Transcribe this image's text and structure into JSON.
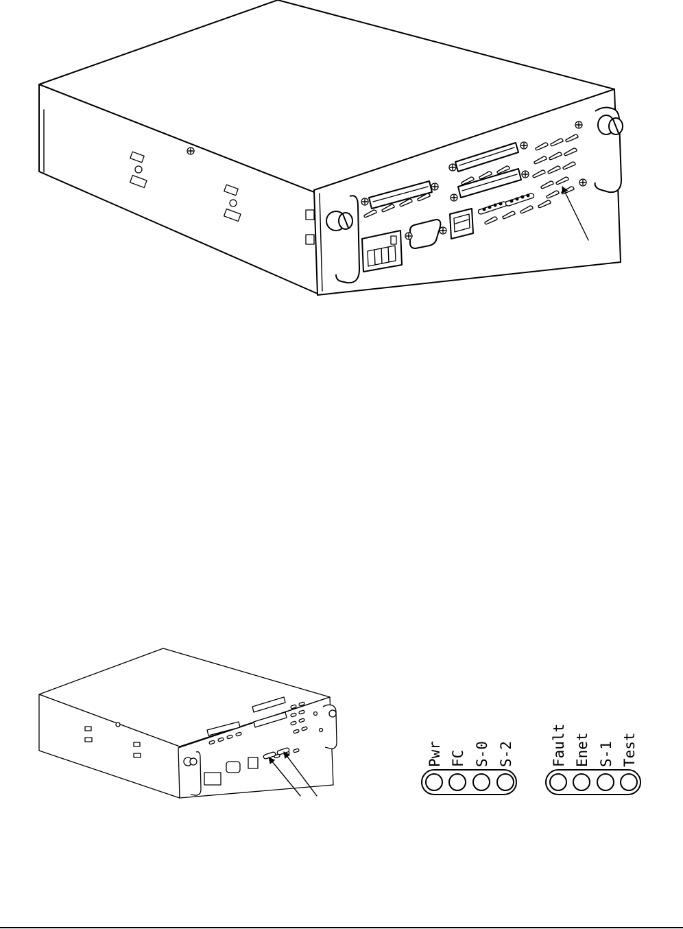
{
  "led_panel_left": {
    "labels": [
      "Pwr",
      "FC",
      "S-0",
      "S-2"
    ],
    "led_count": 4
  },
  "led_panel_right": {
    "labels": [
      "Fault",
      "Enet",
      "S-1",
      "Test"
    ],
    "led_count": 4
  },
  "colors": {
    "line": "#000000",
    "background": "#ffffff"
  },
  "icons": {
    "screw": "phillips-screw-icon",
    "led": "circle-led-icon"
  }
}
